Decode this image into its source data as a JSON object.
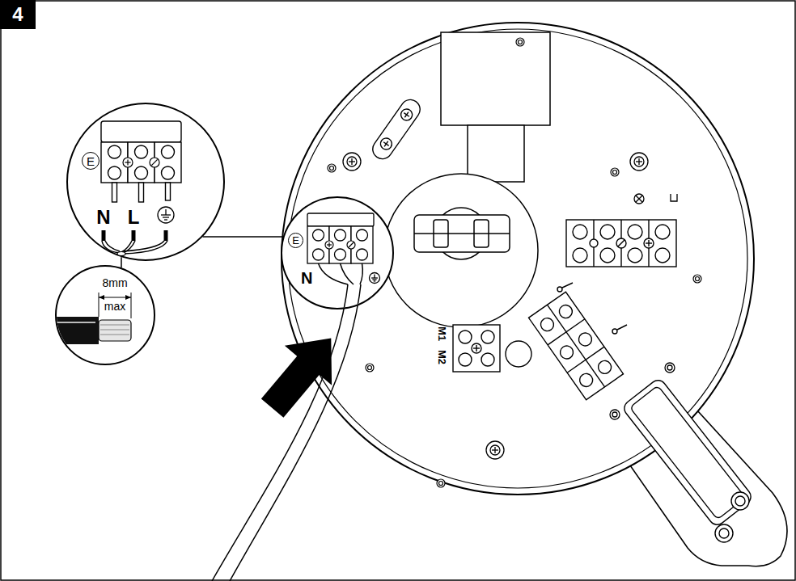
{
  "diagram": {
    "nodes": [
      {
        "text": [
          "4"
        ]
      },
      {
        "text": [
          "E",
          "N",
          "L"
        ]
      },
      {
        "text": [
          "E",
          "N"
        ]
      },
      {
        "text": [
          "8mm",
          "max"
        ]
      }
    ],
    "edges": [
      {
        "from": 1,
        "to": 2,
        "arrow": "none"
      },
      {
        "from": 1,
        "to": 3,
        "arrow": "none"
      }
    ],
    "labels": [
      "M1",
      "M2"
    ]
  }
}
